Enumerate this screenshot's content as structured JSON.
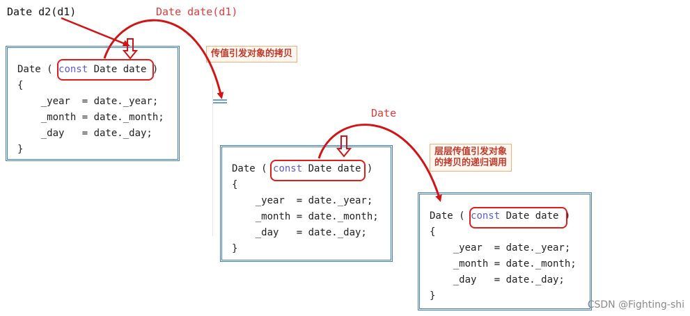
{
  "top_expression": "Date d2(d1)",
  "call_labels": {
    "first": "Date date(d1)",
    "second": "Date"
  },
  "notes": {
    "first": "传值引发对象的拷贝",
    "second_line1": "层层传值引发对象",
    "second_line2": "的拷贝的递归调用"
  },
  "code": {
    "sig_prefix": "Date ( ",
    "sig_kw": "const",
    "sig_rest": " Date date ",
    "sig_close": ")",
    "open_brace": "{",
    "line1": "    _year  = date._year;",
    "line2": "    _month = date._month;",
    "line3": "    _day   = date._day;",
    "close_brace": "}"
  },
  "watermark": "CSDN @Fighting-shi"
}
